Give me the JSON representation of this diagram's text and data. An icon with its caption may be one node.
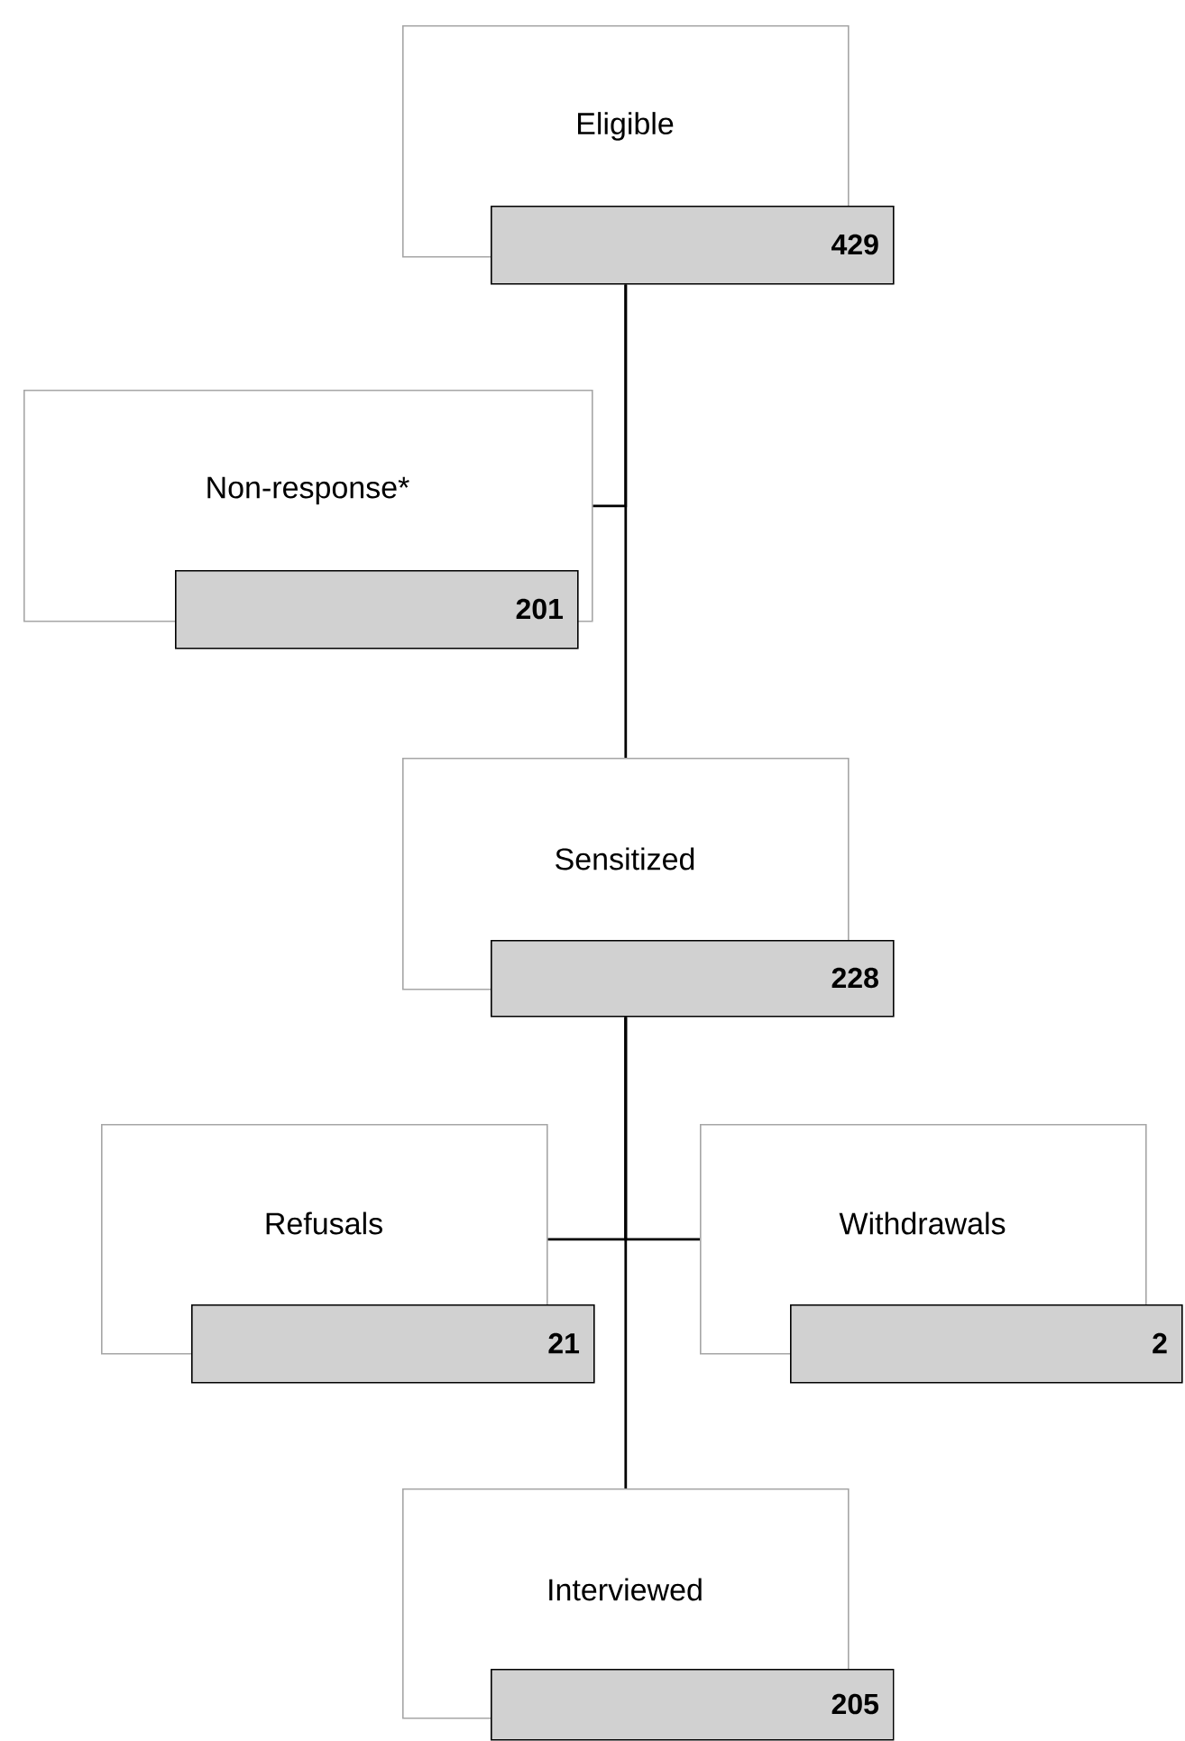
{
  "diagram": {
    "nodes": [
      {
        "text": [
          "Eligible",
          "429"
        ]
      },
      {
        "text": [
          "Non-response*",
          "201"
        ]
      },
      {
        "text": [
          "Sensitized",
          "228"
        ]
      },
      {
        "text": [
          "Refusals",
          "21"
        ]
      },
      {
        "text": [
          "Withdrawals",
          "2"
        ]
      },
      {
        "text": [
          "Interviewed",
          "205"
        ]
      }
    ],
    "edges": [
      {
        "from": 0,
        "to": 2,
        "arrow": "none"
      },
      {
        "from": 0,
        "to": 1,
        "arrow": "none"
      },
      {
        "from": 2,
        "to": 5,
        "arrow": "none"
      },
      {
        "from": 2,
        "to": 3,
        "arrow": "none"
      },
      {
        "from": 2,
        "to": 4,
        "arrow": "none"
      }
    ]
  }
}
